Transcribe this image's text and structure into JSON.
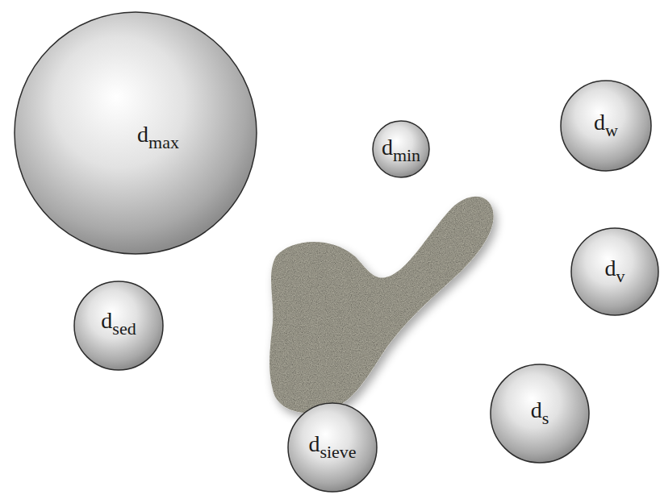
{
  "diagram": {
    "nodes": [
      {
        "text": [
          "d",
          "max"
        ]
      },
      {
        "text": [
          "d",
          "min"
        ]
      },
      {
        "text": [
          "d",
          "w"
        ]
      },
      {
        "text": [
          "d",
          "v"
        ]
      },
      {
        "text": [
          "d",
          "sed"
        ]
      },
      {
        "text": [
          "d",
          "s"
        ]
      },
      {
        "text": [
          "d",
          "sieve"
        ]
      }
    ]
  }
}
